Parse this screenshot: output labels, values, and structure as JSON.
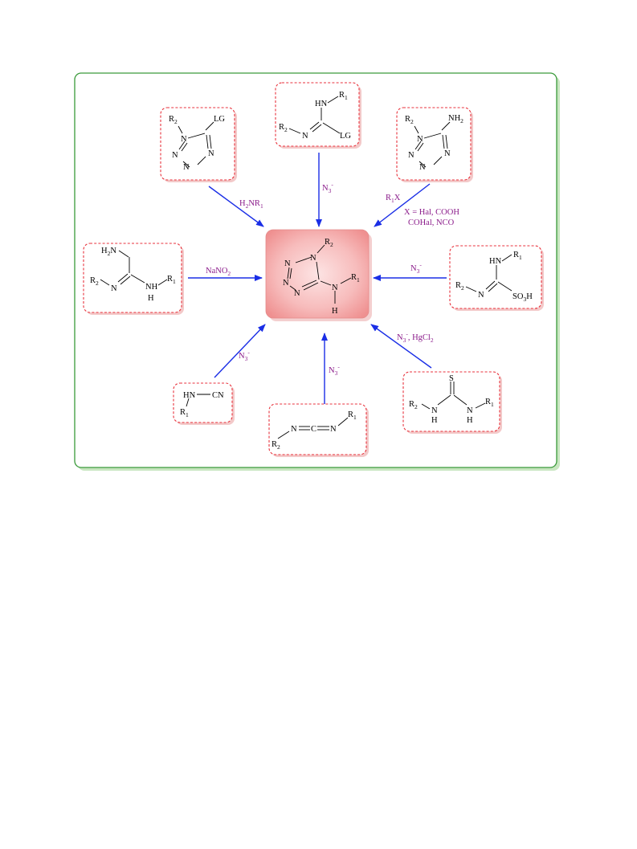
{
  "center_product": {
    "labels": {
      "n1": "N",
      "r2": "R",
      "r2_sub": "2",
      "n2": "N",
      "n3": "N",
      "n4": "N",
      "nh_n": "N",
      "nh_h": "H",
      "r1": "R",
      "r1_sub": "1"
    }
  },
  "precursors": {
    "tetrazole_lg": {
      "r2": "R",
      "r2_sub": "2",
      "n1": "N",
      "lg": "LG",
      "n2": "N",
      "n3": "N",
      "n4": "N"
    },
    "amidine_lg": {
      "hn": "HN",
      "r1": "R",
      "r1_sub": "1",
      "r2": "R",
      "r2_sub": "2",
      "n": "N",
      "lg": "LG"
    },
    "aminotetrazole": {
      "r2": "R",
      "r2_sub": "2",
      "n1": "N",
      "nh2": "NH",
      "nh2_sub": "2",
      "n2": "N",
      "n3": "N",
      "n4": "N"
    },
    "aminoamidine": {
      "h2n_a": "H",
      "h2n_sub": "2",
      "h2n_b": "N",
      "r2": "R",
      "r2_sub": "2",
      "n": "N",
      "nh": "NH",
      "h": "H",
      "r1": "R",
      "r1_sub": "1"
    },
    "sulfonic_amidine": {
      "hn": "HN",
      "r1": "R",
      "r1_sub": "1",
      "r2": "R",
      "r2_sub": "2",
      "n": "N",
      "so3h_a": "SO",
      "so3h_sub": "3",
      "so3h_b": "H"
    },
    "cyanamide": {
      "hn": "HN",
      "cn": "CN",
      "r1": "R",
      "r1_sub": "1"
    },
    "carbodiimide": {
      "n1": "N",
      "c": "C",
      "n2": "N",
      "r1": "R",
      "r1_sub": "1",
      "r2": "R",
      "r2_sub": "2"
    },
    "thiourea": {
      "s": "S",
      "r2": "R",
      "r2_sub": "2",
      "nh1_n": "N",
      "nh1_h": "H",
      "nh2_n": "N",
      "nh2_h": "H",
      "r1": "R",
      "r1_sub": "1"
    }
  },
  "reagents": {
    "top_left": {
      "a": "H",
      "a_sub": "2",
      "b": "NR",
      "b_sub": "1"
    },
    "top": {
      "a": "N",
      "a_sub": "3",
      "a_sup": "-"
    },
    "top_right": {
      "a": "R",
      "a_sub": "1",
      "b": "X",
      "line1": "X = Hal, COOH",
      "line2": "COHal, NCO"
    },
    "left": {
      "a": "NaNO",
      "a_sub": "2"
    },
    "right": {
      "a": "N",
      "a_sub": "3",
      "a_sup": "-"
    },
    "bottom_left": {
      "a": "N",
      "a_sub": "3",
      "a_sup": "-"
    },
    "bottom": {
      "a": "N",
      "a_sub": "3",
      "a_sup": "-"
    },
    "bottom_right": {
      "a": "N",
      "a_sub": "3",
      "a_sup": "-",
      "b": ", HgCl",
      "b_sub": "2"
    }
  },
  "colors": {
    "frame": "#3a9a3a",
    "box_border": "#e8323c",
    "arrow": "#1a2ee6",
    "reagent_text": "#8a1a8a",
    "center_fill": "#f4a8a8"
  }
}
